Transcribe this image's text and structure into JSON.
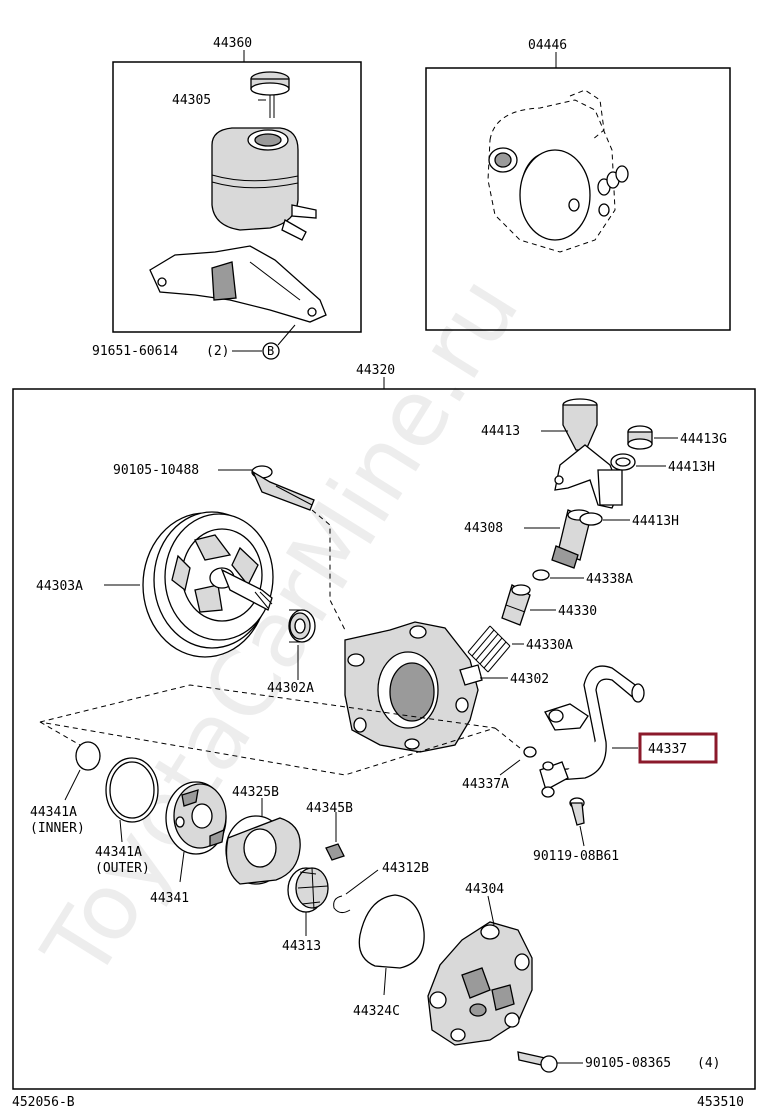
{
  "watermark": "ToyotaCarMine.ru",
  "labels": {
    "kit_44360": "44360",
    "kit_04446": "04446",
    "p44305": "44305",
    "p91651": "91651-60614",
    "q91651": "(2)",
    "ref_b": "B",
    "assy_44320": "44320",
    "p44413": "44413",
    "p44413g": "44413G",
    "p44413h_a": "44413H",
    "p44413h_b": "44413H",
    "p90105_10488": "90105-10488",
    "p44308": "44308",
    "p44338a": "44338A",
    "p44303a": "44303A",
    "p44330": "44330",
    "p44330a": "44330A",
    "p44302a": "44302A",
    "p44302": "44302",
    "p44337": "44337",
    "p44337a": "44337A",
    "p44341a_inner": "44341A",
    "inner": "(INNER)",
    "p44341a_outer": "44341A",
    "outer": "(OUTER)",
    "p44325b": "44325B",
    "p44345b": "44345B",
    "p90119": "90119-08B61",
    "p44341": "44341",
    "p44312b": "44312B",
    "p44304": "44304",
    "p44313": "44313",
    "p44324c": "44324C",
    "p90105_08365": "90105-08365",
    "q90105_08365": "(4)",
    "footer_left": "452056-B",
    "footer_right": "453510"
  },
  "colors": {
    "highlight": "#8b1a2b",
    "line": "#000000"
  }
}
